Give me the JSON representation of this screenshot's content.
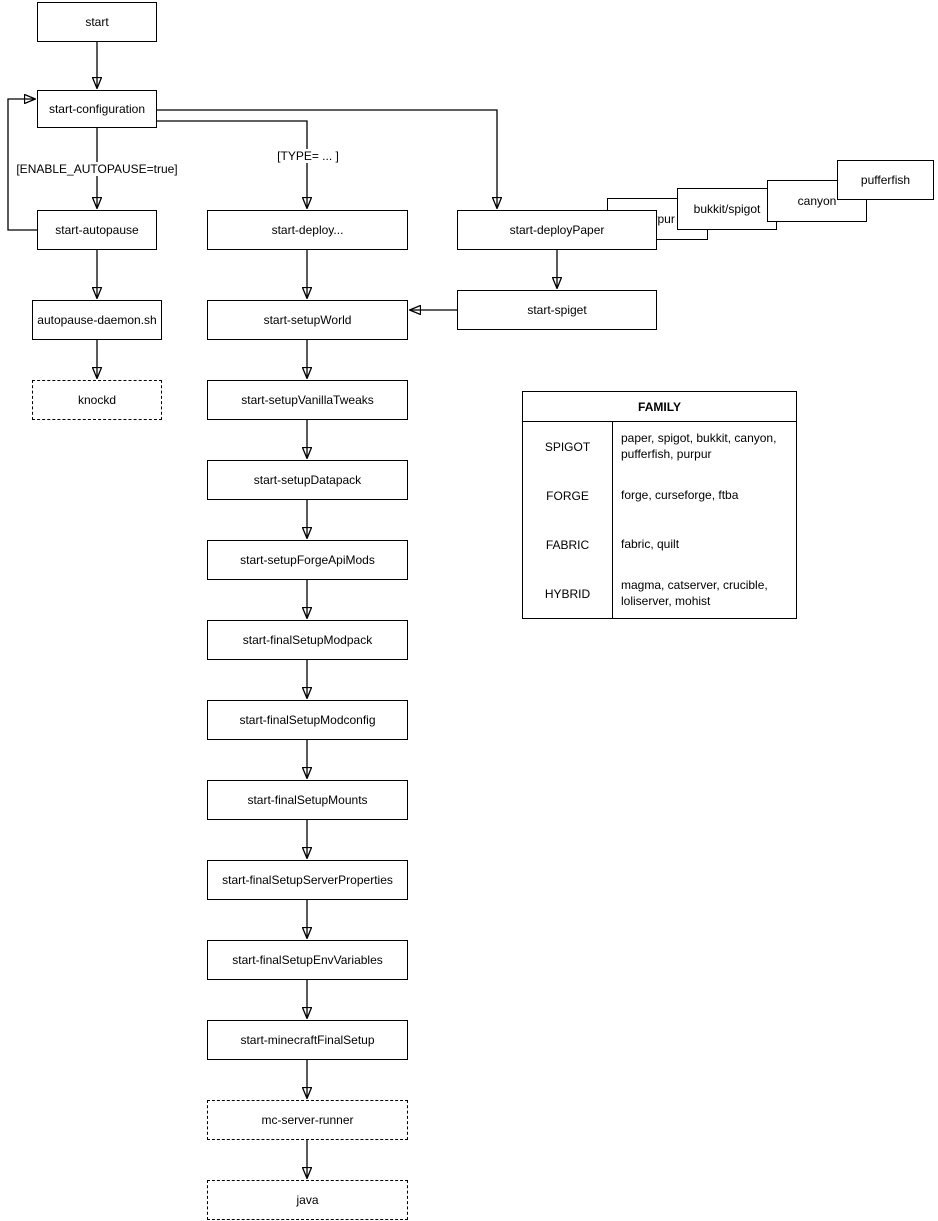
{
  "colors": {
    "ink": "#000000",
    "paper": "#ffffff"
  },
  "nodes": {
    "start": "start",
    "start_configuration": "start-configuration",
    "start_autopause": "start-autopause",
    "autopause_daemon_sh": "autopause-daemon.sh",
    "knockd": "knockd",
    "start_deploy": "start-deploy...",
    "start_setup_world": "start-setupWorld",
    "start_setup_vanilla_tweaks": "start-setupVanillaTweaks",
    "start_setup_datapack": "start-setupDatapack",
    "start_setup_forge_api_mods": "start-setupForgeApiMods",
    "start_final_setup_modpack": "start-finalSetupModpack",
    "start_final_setup_modconfig": "start-finalSetupModconfig",
    "start_final_setup_mounts": "start-finalSetupMounts",
    "start_final_setup_server_properties": "start-finalSetupServerProperties",
    "start_final_setup_env_variables": "start-finalSetupEnvVariables",
    "start_minecraft_final_setup": "start-minecraftFinalSetup",
    "mc_server_runner": "mc-server-runner",
    "java": "java",
    "start_deploy_paper": "start-deployPaper",
    "start_spiget": "start-spiget",
    "purpur": "purpur",
    "bukkit_spigot": "bukkit/spigot",
    "canyon": "canyon",
    "pufferfish": "pufferfish"
  },
  "edge_labels": {
    "enable_autopause": "[ENABLE_AUTOPAUSE=true]",
    "type": "[TYPE= ... ]"
  },
  "family_table": {
    "title": "FAMILY",
    "rows": [
      {
        "family": "SPIGOT",
        "members": "paper, spigot, bukkit, canyon, pufferfish, purpur"
      },
      {
        "family": "FORGE",
        "members": "forge, curseforge, ftba"
      },
      {
        "family": "FABRIC",
        "members": "fabric, quilt"
      },
      {
        "family": "HYBRID",
        "members": "magma, catserver, crucible, loliserver, mohist"
      }
    ]
  }
}
